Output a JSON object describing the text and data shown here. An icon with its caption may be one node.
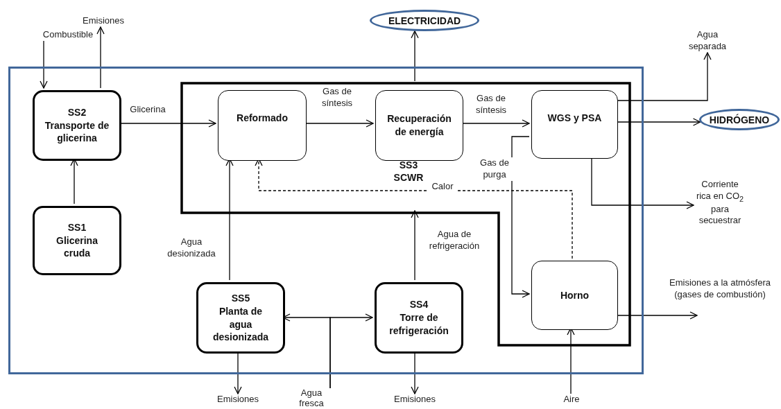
{
  "diagram": {
    "nodes": [
      {
        "text": [],
        "shape": "box"
      },
      {
        "text": [
          "SS3",
          "SCWR"
        ],
        "in": 0
      },
      {
        "text": [
          "SS2",
          "Transporte de glicerina"
        ],
        "in": 0
      },
      {
        "text": [
          "SS1",
          "Glicerina cruda"
        ],
        "in": 0
      },
      {
        "text": [
          "Reformado"
        ],
        "in": 1
      },
      {
        "text": [
          "Recuperación de energía"
        ],
        "in": 1
      },
      {
        "text": [
          "WGS y PSA"
        ],
        "in": 1
      },
      {
        "text": [
          "Horno"
        ],
        "in": 1
      },
      {
        "text": [
          "SS5",
          "Planta de agua desionizada"
        ],
        "in": 0
      },
      {
        "text": [
          "SS4",
          "Torre de refrigeración"
        ],
        "in": 0
      },
      {
        "text": [
          "ELECTRICIDAD"
        ]
      },
      {
        "text": [
          "HIDRÓGENO"
        ]
      },
      {
        "text": [
          "Combustible"
        ]
      },
      {
        "text": [
          "Emisiones"
        ]
      },
      {
        "text": [
          "Agua separada"
        ]
      },
      {
        "text": [
          "Corriente rica en CO$_{2}$ para secuestrar"
        ]
      },
      {
        "text": [
          "Emisiones a la atmósfera (gases de combustión)"
        ]
      },
      {
        "text": [
          "Emisiones"
        ]
      },
      {
        "text": [
          "Agua fresca"
        ]
      },
      {
        "text": [
          "Emisiones"
        ]
      },
      {
        "text": [
          "Aire"
        ]
      }
    ],
    "edges": [
      {
        "from": 12,
        "to": 2,
        "arrow": "to"
      },
      {
        "from": 2,
        "to": 13,
        "arrow": "to"
      },
      {
        "from": 2,
        "to": 4,
        "arrow": "to",
        "label": "Glicerina"
      },
      {
        "from": 3,
        "to": 2,
        "arrow": "to"
      },
      {
        "from": 4,
        "to": 5,
        "arrow": "to",
        "label": "Gas de síntesis"
      },
      {
        "from": 5,
        "to": 6,
        "arrow": "to",
        "label": "Gas de síntesis"
      },
      {
        "from": 1,
        "to": 10,
        "arrow": "to"
      },
      {
        "from": 6,
        "to": 14,
        "arrow": "to"
      },
      {
        "from": 6,
        "to": 11,
        "arrow": "to"
      },
      {
        "from": 6,
        "to": 15,
        "arrow": "to"
      },
      {
        "from": 6,
        "to": 7,
        "arrow": "to",
        "label": "Gas de purga"
      },
      {
        "from": 7,
        "to": 4,
        "arrow": "to",
        "label": "Calor",
        "style": "dashed"
      },
      {
        "from": 8,
        "to": 4,
        "arrow": "to",
        "label": "Agua desionizada"
      },
      {
        "from": 9,
        "to": 1,
        "arrow": "to",
        "label": "Agua de refrigeración"
      },
      {
        "from": 18,
        "to": 8,
        "arrow": "to"
      },
      {
        "from": 18,
        "to": 9,
        "arrow": "to"
      },
      {
        "from": 8,
        "to": 17,
        "arrow": "to"
      },
      {
        "from": 9,
        "to": 19,
        "arrow": "to"
      },
      {
        "from": 20,
        "to": 7,
        "arrow": "to"
      },
      {
        "from": 7,
        "to": 16,
        "arrow": "to"
      }
    ]
  }
}
